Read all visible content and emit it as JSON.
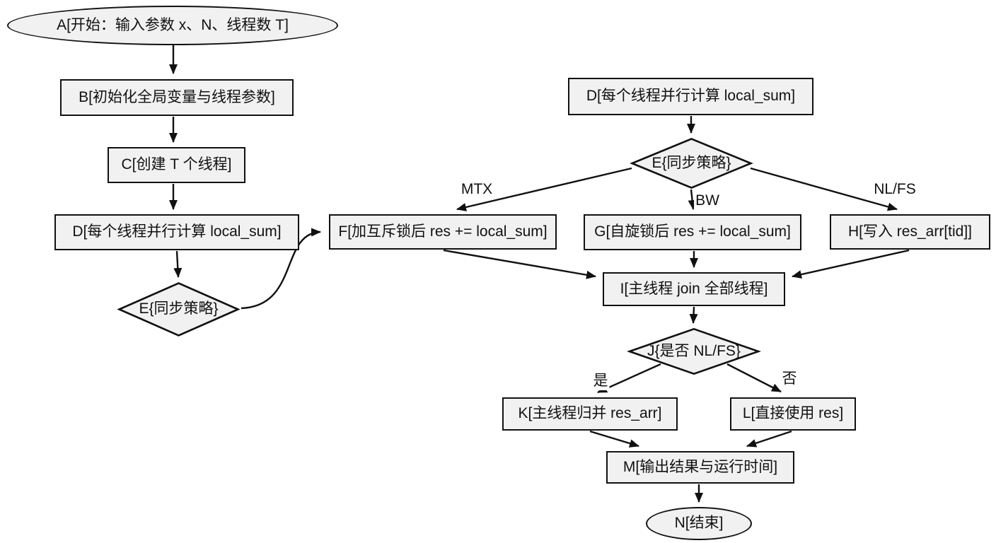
{
  "colors": {
    "background": "#ffffff",
    "node_fill": "#f1f1f1",
    "node_border": "#111111",
    "edge": "#111111",
    "text": "#111111"
  },
  "nodes": {
    "a": {
      "label": "A[开始：输入参数 x、N、线程数 T]",
      "shape": "ellipse"
    },
    "b": {
      "label": "B[初始化全局变量与线程参数]",
      "shape": "rect"
    },
    "c": {
      "label": "C[创建 T 个线程]",
      "shape": "rect"
    },
    "d_left": {
      "label": "D[每个线程并行计算 local_sum]",
      "shape": "rect"
    },
    "e_left": {
      "label": "E{同步策略}",
      "shape": "diamond"
    },
    "d_right": {
      "label": "D[每个线程并行计算 local_sum]",
      "shape": "rect"
    },
    "e_right": {
      "label": "E{同步策略}",
      "shape": "diamond"
    },
    "f": {
      "label": "F[加互斥锁后 res += local_sum]",
      "shape": "rect"
    },
    "g": {
      "label": "G[自旋锁后 res += local_sum]",
      "shape": "rect"
    },
    "h": {
      "label": "H[写入 res_arr[tid]]",
      "shape": "rect"
    },
    "i": {
      "label": "I[主线程 join 全部线程]",
      "shape": "rect"
    },
    "j": {
      "label": "J{是否 NL/FS}",
      "shape": "diamond"
    },
    "k": {
      "label": "K[主线程归并 res_arr]",
      "shape": "rect"
    },
    "l": {
      "label": "L[直接使用 res]",
      "shape": "rect"
    },
    "m": {
      "label": "M[输出结果与运行时间]",
      "shape": "rect"
    },
    "n": {
      "label": "N[结束]",
      "shape": "ellipse"
    }
  },
  "edge_labels": {
    "mtx": "MTX",
    "bw": "BW",
    "nlfs": "NL/FS",
    "yes": "是",
    "no": "否"
  }
}
